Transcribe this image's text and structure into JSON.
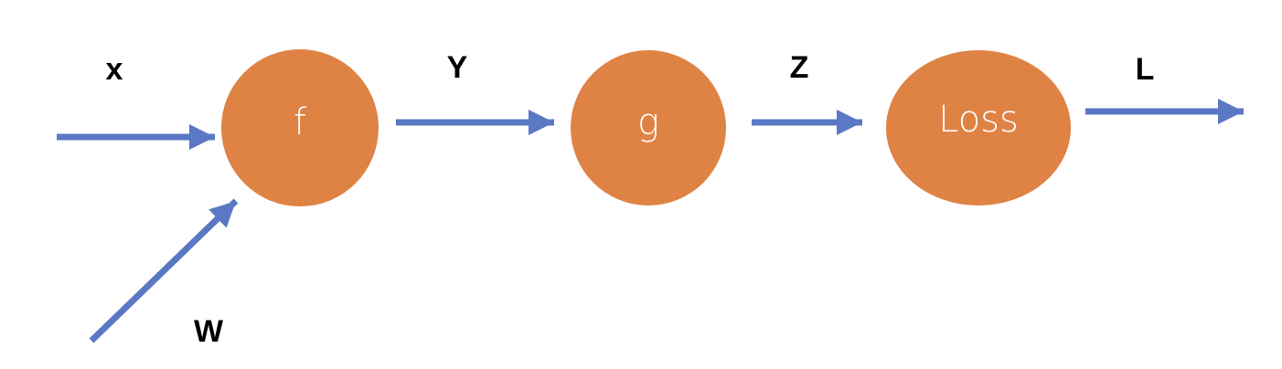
{
  "colors": {
    "node_fill": "#df8345",
    "arrow": "#5a78c3",
    "label": "#000000"
  },
  "nodes": {
    "f": "f",
    "g": "g",
    "loss": "Loss"
  },
  "edges": {
    "x": "x",
    "w": "W",
    "y": "Y",
    "z": "Z",
    "l": "L"
  }
}
